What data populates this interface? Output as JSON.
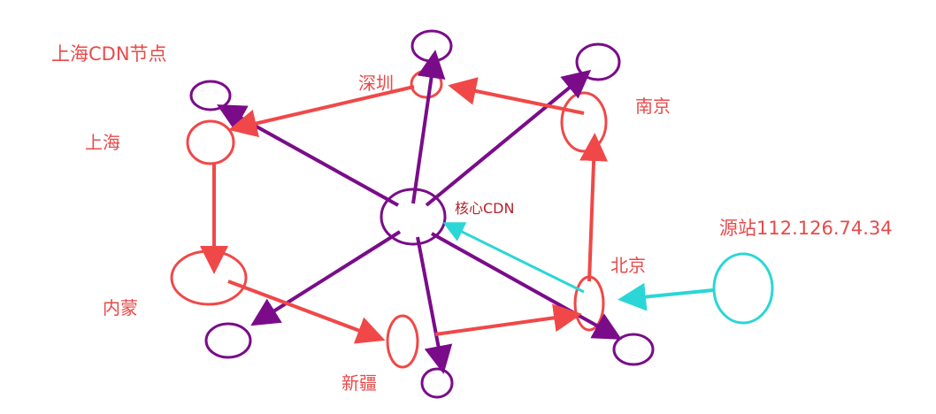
{
  "labels": {
    "shanghai_cdn_nodes": "上海CDN节点",
    "shenzhen": "深圳",
    "nanjing": "南京",
    "shanghai": "上海",
    "core_cdn": "核心CDN",
    "origin": "源站112.126.74.34",
    "beijing": "北京",
    "neimeng": "内蒙",
    "xinjiang": "新疆"
  },
  "colors": {
    "red": "#f04848",
    "purple": "#7a0c8a",
    "cyan": "#2bd6d6",
    "text_red": "#e84a4a",
    "text_dark_red": "#b0242a"
  }
}
